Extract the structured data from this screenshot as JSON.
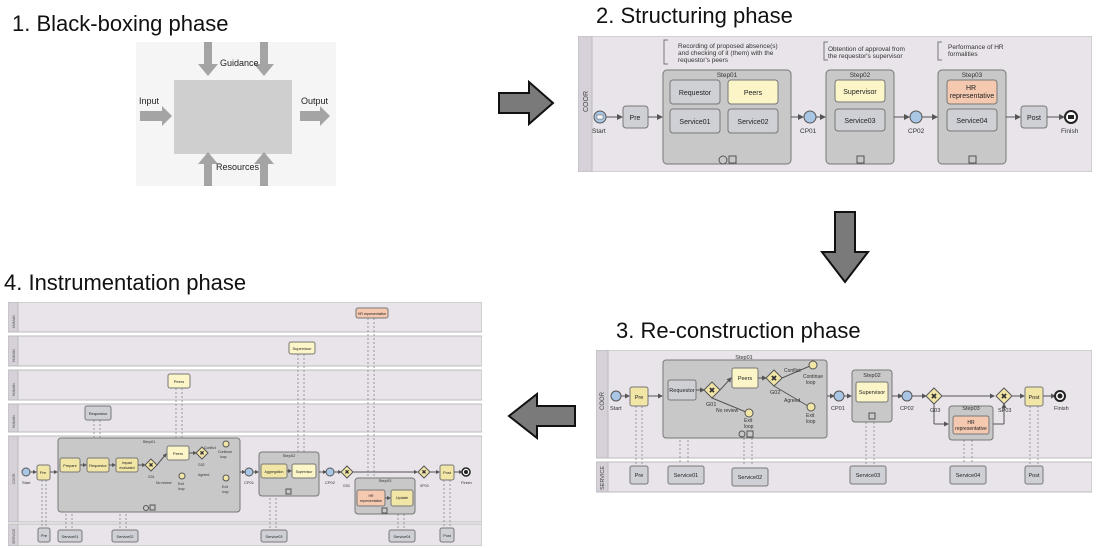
{
  "phases": [
    {
      "title": "1. Black-boxing phase"
    },
    {
      "title": "2. Structuring phase"
    },
    {
      "title": "3. Re-construction phase"
    },
    {
      "title": "4. Instrumentation phase"
    }
  ],
  "blackbox": {
    "guidance": "Guidance",
    "input": "Input",
    "output": "Output",
    "resources": "Resources"
  },
  "structuring": {
    "lane": "COOR",
    "start": "Start",
    "finish": "Finish",
    "pre": "Pre",
    "post": "Post",
    "cp01": "CP01",
    "cp02": "CP02",
    "ann1": [
      "Recording of proposed absence(s)",
      "and checking of it (them) with the",
      "requestor's peers"
    ],
    "ann2": [
      "Obtention of approval from",
      "the requestor's supervisor"
    ],
    "ann3": [
      "Performance of HR",
      "formalities"
    ],
    "step01": {
      "title": "Step01",
      "requestor": "Requestor",
      "peers": "Peers",
      "service01": "Service01",
      "service02": "Service02"
    },
    "step02": {
      "title": "Step02",
      "supervisor": "Supervisor",
      "service03": "Service03"
    },
    "step03": {
      "title": "Step03",
      "hr": [
        "HR",
        "representative"
      ],
      "service04": "Service04"
    }
  },
  "reconstruction": {
    "lane_coor": "COOR",
    "lane_service": "SERVICE",
    "start": "Start",
    "finish": "Finish",
    "pre": "Pre",
    "post": "Post",
    "requestor": "Requestor",
    "peers": "Peers",
    "supervisor": "Supervisor",
    "hr": [
      "HR",
      "representative"
    ],
    "step01": "Step01",
    "step02": "Step02",
    "step03": "Step03",
    "g01": "G01",
    "g02": "G02",
    "g03": "G03",
    "sp03": "SP03",
    "cp01": "CP01",
    "cp02": "CP02",
    "no_review": "No review",
    "conflict": "Conflict",
    "agreed": "Agreed",
    "continue_loop": [
      "Continue",
      "loop"
    ],
    "exit_loop": [
      "Exit",
      "loop"
    ],
    "services": {
      "pre": "Pre",
      "s1": "Service01",
      "s2": "Service02",
      "s3": "Service03",
      "s4": "Service04",
      "post": "Post"
    }
  },
  "instrumentation": {
    "lanes": [
      "HUMAN",
      "HUMAN",
      "HUMAN",
      "HUMAN",
      "COOR",
      "SERVICE"
    ],
    "hr": "HR representative",
    "supervisor": "Supervisor",
    "peers": "Peers",
    "requestor": "Requestor",
    "start": "Start",
    "finish": "Finish",
    "pre": "Pre",
    "prepare": "Prepare",
    "requestor_task": "Requestor",
    "impact": [
      "Impact",
      "evaluated"
    ],
    "peers_task": "Peers",
    "aggregation": "Aggregation",
    "supervisor_task": "Supervisor",
    "hr_task": [
      "HR",
      "representative"
    ],
    "update": "Update",
    "post": "Post",
    "step01": "Step01",
    "step02": "Step02",
    "step03": "Step03",
    "g01": "G01",
    "g02": "G02",
    "g03": "G03",
    "sp03": "SP03",
    "cp01": "CP01",
    "cp02": "CP02",
    "no_review": "No review",
    "conflict": "Conflict",
    "agreed": "Agreed",
    "continue_loop": [
      "Continue",
      "loop"
    ],
    "exit_loop": [
      "Exit",
      "loop"
    ],
    "services": {
      "pre": "Pre",
      "s1": "Service01",
      "s2": "Service02",
      "s3": "Service03",
      "s4": "Service04",
      "post": "Post"
    }
  },
  "colors": {
    "lane_bg": "#e8e4ea",
    "lane_header": "#d6d0d9",
    "subprocess": "#c8c8c8",
    "task_gray": "#cfd0d6",
    "task_yellow": "#fbf5c8",
    "task_pink": "#f5c9b0",
    "event_blue": "#a9c6e4",
    "gateway": "#f2e6a6",
    "arrow_fill": "#7a7a7a"
  }
}
